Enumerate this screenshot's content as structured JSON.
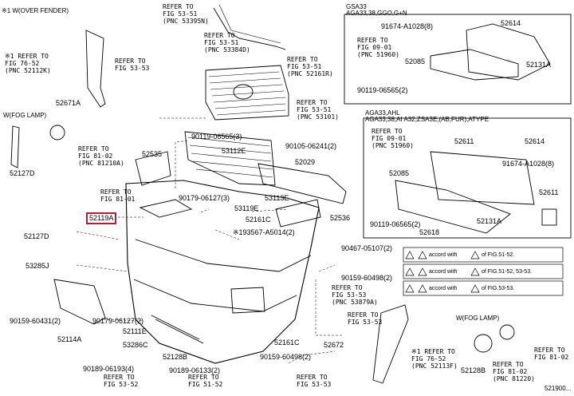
{
  "sections": {
    "top_left": "※1 W(OVER FENDER)",
    "left_fog": "W(FOG LAMP)",
    "right_fog": "W(FOG LAMP)",
    "box1_title_1": "GSA33",
    "box1_title_2": "AGA33,38,GGO,G+N",
    "box2_title_1": "AGA33,AHL",
    "box2_title_2": "AGA33,38,AI A32,ZSA3E,(AB,FUR),ATYPE"
  },
  "refs": {
    "r1": "※1 REFER TO\nFIG 76-52\n(PNC 52112K)",
    "r2": "REFER TO\nFIG 53-53",
    "r3": "REFER TO\nFIG 53-51\n(PNC 53395N)",
    "r4": "REFER TO\nFIG 53-51\n(PNC 53384D)",
    "r5": "REFER TO\nFIG 53-51\n(PNC 52161R)",
    "r6": "REFER TO\nFIG 53-51\n(PNC 53101)",
    "r7": "REFER TO\nFIG 81-02\n(PNC 81210A)",
    "r8": "REFER TO\nFIG 81-01",
    "r9": "REFER TO\nFIG 09-01\n(PNC 51960)",
    "r10": "REFER TO\nFIG 09-01\n(PNC 51960)",
    "r11": "REFER TO\nFIG 53-53\n(PNC 53879A)",
    "r12": "REFER TO\nFIG 53-53",
    "r13": "REFER TO\nFIG 53-52",
    "r14": "REFER TO\nFIG 51-52",
    "r15": "REFER TO\nFIG 53-53",
    "r16": "※1 REFER TO\nFIG 76-52\n(PNC 52113F)",
    "r17": "REFER TO\nFIG 81-02\n(PNC 81220)",
    "r18": "REFER TO\nFIG 81-02"
  },
  "parts": {
    "p52671A": "52671A",
    "p52127D_top": "52127D",
    "p52535": "52535",
    "p52119A": "52119A",
    "p52127D": "52127D",
    "p53285J": "53285J",
    "p90159_60431": "90159-60431(2)",
    "p52114A": "52114A",
    "p90179_06127_2": "90179-06127(2)",
    "p52111E": "52111E",
    "p53286C": "53286C",
    "p52128B": "52128B",
    "p90189_06193": "90189-06193(4)",
    "p90189_06133": "90189-06133(2)",
    "p90119_06565_3": "90119-06565(3)",
    "p53112E": "53112E",
    "p90105_06241": "90105-06241(2)",
    "p52029": "52029",
    "p90179_06127_3": "90179-06127(3)",
    "p53113E": "53113E",
    "p53119E": "53119E",
    "p52161C": "52161C",
    "p52536": "52536",
    "p193567": "※193567-A5014(2)",
    "p90467_05107": "90467-05107(2)",
    "p90159_60498_a": "90159-60498(2)",
    "p52161C_b": "52161C",
    "p90159_60498_b": "90159-60498(2)",
    "p52672": "52672",
    "p52128B_r": "52128B",
    "p91674_a": "91674-A1028(8)",
    "p52614_a": "52614",
    "p52085_a": "52085",
    "p52131A_a": "52131A",
    "p90119_06565_a": "90119-06565(2)",
    "p52611": "52611",
    "p52614_b": "52614",
    "p91674_b": "91674-A1028(8)",
    "p52085_b": "52085",
    "p52611_b": "52611",
    "p90119_06565_b": "90119-06565(2)",
    "p52131A_b": "52131A",
    "p52618": "52618",
    "code": "521900..."
  },
  "notes": {
    "n1a": "accord with",
    "n1b": "of FIG.51-52.",
    "n2a": "accord with",
    "n2b": "of FIG.51-52, 53-53.",
    "n3a": "accord with",
    "n3b": "of FIG.53-53."
  }
}
